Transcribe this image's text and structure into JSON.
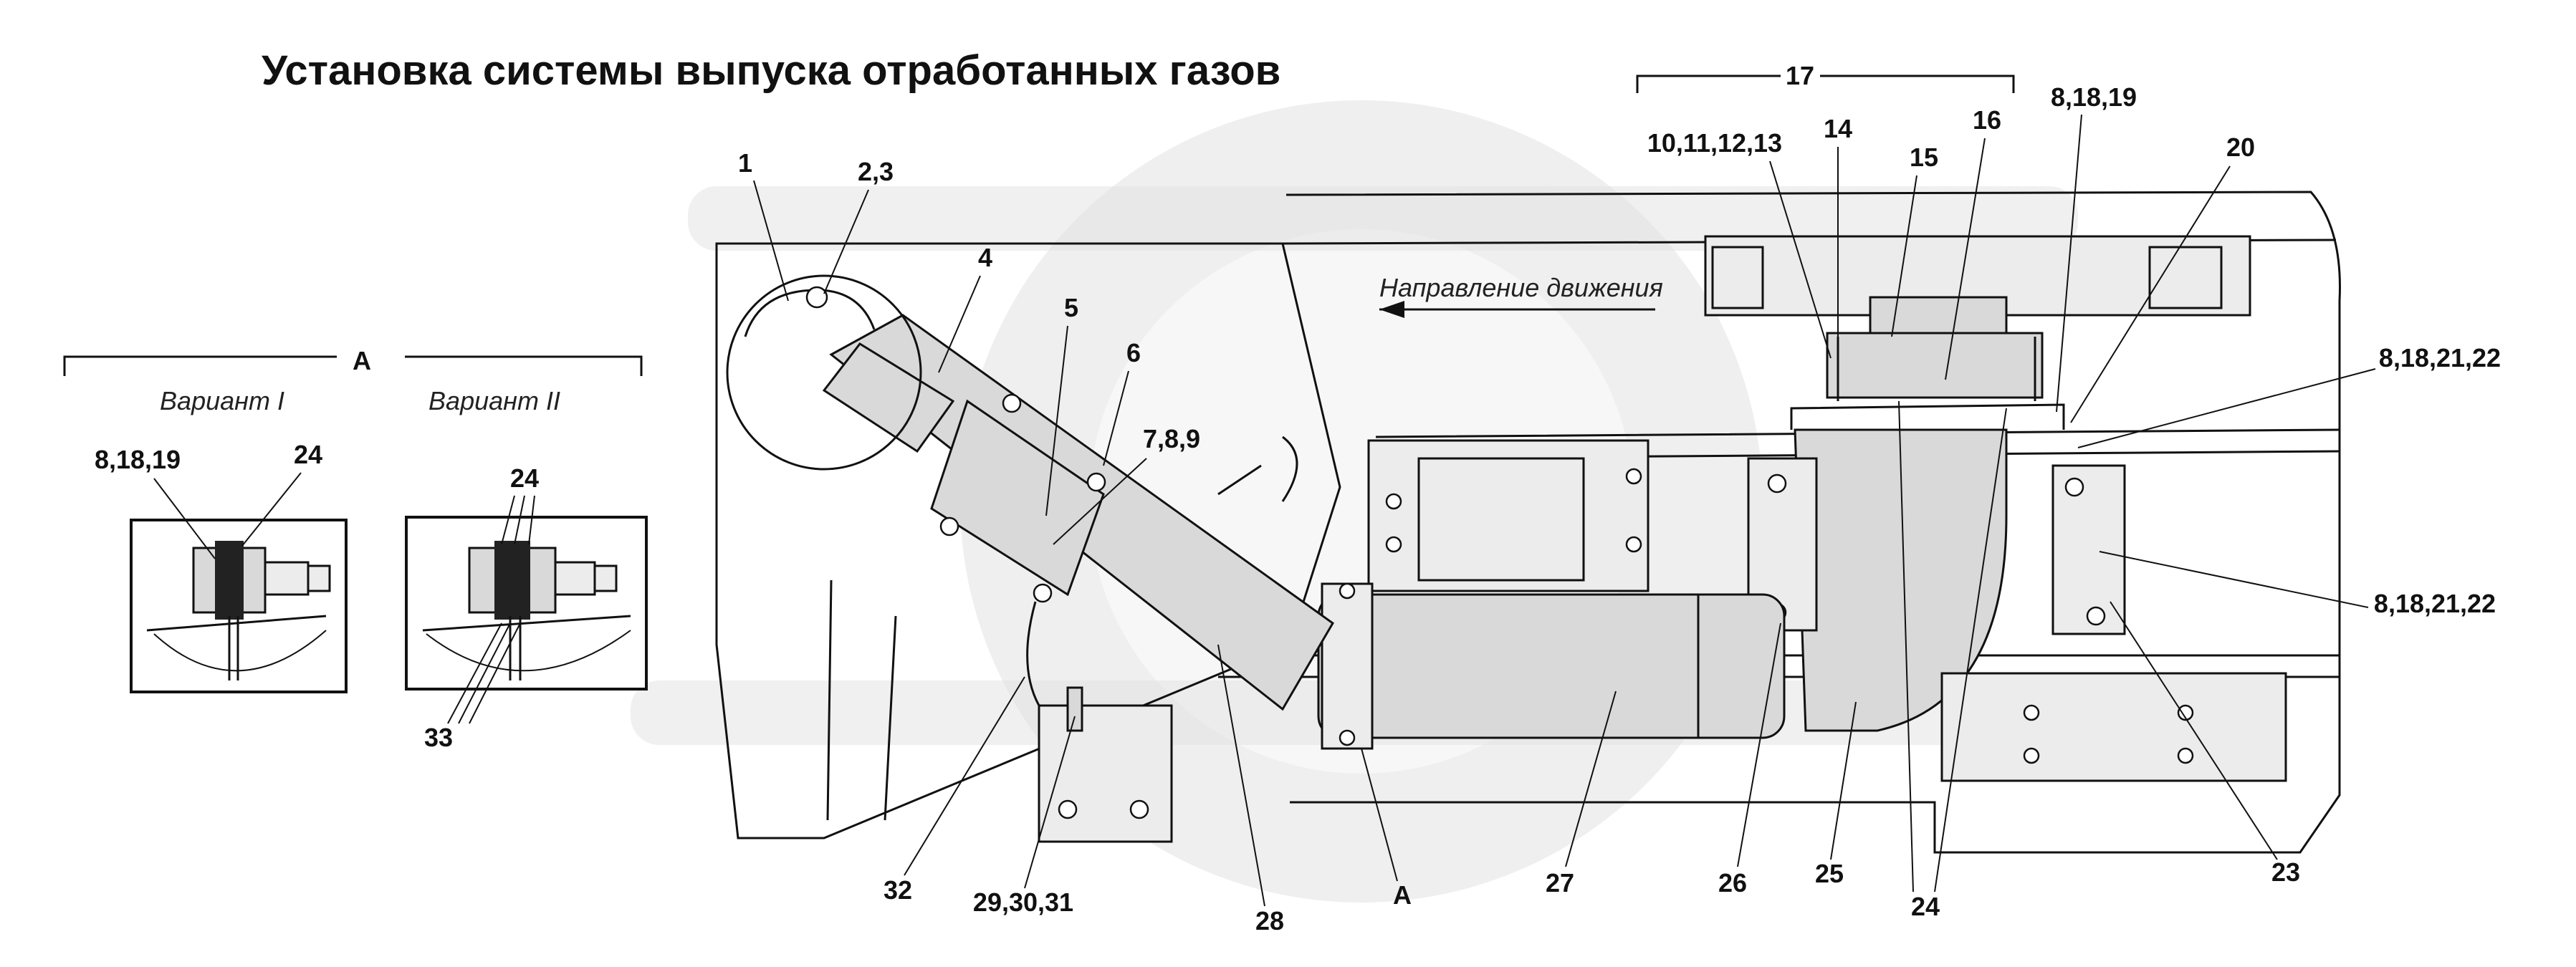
{
  "title": "Установка системы выпуска отработанных газов",
  "direction_label": "Направление движения",
  "view_a": {
    "label": "А",
    "variant_1": "Вариант I",
    "variant_2": "Вариант II",
    "variant_1_callouts": [
      "8,18,19",
      "24"
    ],
    "variant_2_callouts": [
      "24",
      "33"
    ]
  },
  "group_17": "17",
  "callouts": {
    "c1": "1",
    "c2_3": "2,3",
    "c4": "4",
    "c5": "5",
    "c6": "6",
    "c7_8_9": "7,8,9",
    "c10_13": "10,11,12,13",
    "c14": "14",
    "c15": "15",
    "c16": "16",
    "c8_18_19": "8,18,19",
    "c20": "20",
    "c8_18_21_22_top": "8,18,21,22",
    "c8_18_21_22_right": "8,18,21,22",
    "c23": "23",
    "c24": "24",
    "c25": "25",
    "c26": "26",
    "c27": "27",
    "cA": "А",
    "c28": "28",
    "c29_31": "29,30,31",
    "c32": "32"
  }
}
